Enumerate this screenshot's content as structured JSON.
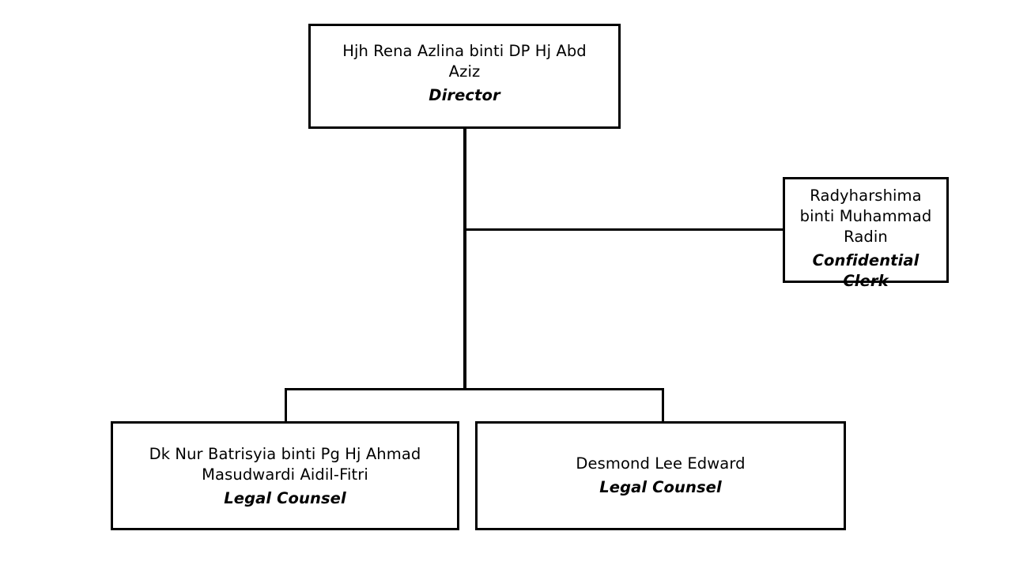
{
  "chart": {
    "type": "org-chart",
    "orientation": "top-down",
    "background_color": "#ffffff",
    "line_color": "#000000",
    "box_border_color": "#000000",
    "box_fill_color": "#ffffff",
    "text_color": "#000000"
  },
  "nodes": {
    "director": {
      "name": "Hjh Rena Azlina binti DP Hj Abd\nAziz",
      "title": "Director"
    },
    "clerk": {
      "name": "Radyharshima\nbinti Muhammad\nRadin",
      "title": "Confidential\nClerk"
    },
    "counsel_left": {
      "name": "Dk Nur Batrisyia binti Pg Hj Ahmad\nMasudwardi Aidil-Fitri",
      "title": "Legal Counsel"
    },
    "counsel_right": {
      "name": "Desmond Lee Edward",
      "title": "Legal Counsel"
    }
  }
}
